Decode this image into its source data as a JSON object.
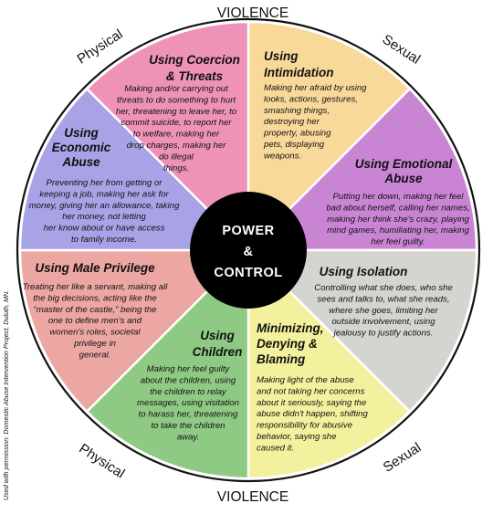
{
  "outer_labels": {
    "top": "VIOLENCE",
    "bottom": "VIOLENCE",
    "top_left": "Physical",
    "top_right": "Sexual",
    "bottom_left": "Physical",
    "bottom_right": "Sexual"
  },
  "center": {
    "line1": "POWER",
    "line2": "&",
    "line3": "CONTROL"
  },
  "credit": "Used with permission: Domestic Abuse Intervention Project, Duluth, MN.",
  "colors": {
    "coercion": "#ee92b8",
    "intimidation": "#f9d99a",
    "emotional": "#c985d4",
    "isolation": "#d6d4d1",
    "minimizing": "#f3f19d",
    "children": "#8fca84",
    "privilege": "#eda7a3",
    "economic": "#a8a3e6",
    "hub": "#000000",
    "rim": "#ffffff"
  },
  "segments": {
    "coercion": {
      "title": [
        "Using Coercion",
        "& Threats"
      ],
      "body": [
        "Making and/or carrying out",
        "threats to do something to hurt",
        "her, threatening to leave her, to",
        "commit suicide, to report her",
        "to welfare, making her",
        "drop charges, making her",
        "do illegal",
        "things."
      ]
    },
    "intimidation": {
      "title": [
        "Using",
        "Intimidation"
      ],
      "body": [
        "Making her afraid by using",
        "looks, actions, gestures,",
        "smashing things,",
        "destroying her",
        "property, abusing",
        "pets, displaying",
        "weapons."
      ]
    },
    "emotional": {
      "title": [
        "Using Emotional",
        "Abuse"
      ],
      "body": [
        "Putting her down, making her feel",
        "bad about herself, calling her names,",
        "making her think she's crazy, playing",
        "mind games, humiliating her, making",
        "her feel guilty."
      ]
    },
    "isolation": {
      "title": [
        "Using Isolation"
      ],
      "body": [
        "Controlling what she does, who she",
        "sees and talks to, what she reads,",
        "where she goes, limiting her",
        "outside involvement, using",
        "jealousy to justify actions."
      ]
    },
    "minimizing": {
      "title": [
        "Minimizing,",
        "Denying &",
        "Blaming"
      ],
      "body": [
        "Making light of the abuse",
        "and not taking her concerns",
        "about it seriously, saying the",
        "abuse didn't happen, shifting",
        "responsibility for abusive",
        "behavior, saying she",
        "caused it."
      ]
    },
    "children": {
      "title": [
        "Using",
        "Children"
      ],
      "body": [
        "Making her feel guilty",
        "about the children, using",
        "the children to relay",
        "messages, using visitation",
        "to harass her, threatening",
        "to take the children",
        "away."
      ]
    },
    "privilege": {
      "title": [
        "Using Male Privilege"
      ],
      "body": [
        "Treating her like a servant, making all",
        "the big decisions, acting like the",
        "“master of the castle,” being the",
        "one to define men’s and",
        "women’s roles, societal",
        "privilege in",
        "general."
      ]
    },
    "economic": {
      "title": [
        "Using",
        "Economic",
        "Abuse"
      ],
      "body": [
        "Preventing her from getting or",
        "keeping a job, making her ask for",
        "money, giving her an allowance, taking",
        "her money, not letting",
        "her know about or have access",
        "to family income."
      ]
    }
  }
}
